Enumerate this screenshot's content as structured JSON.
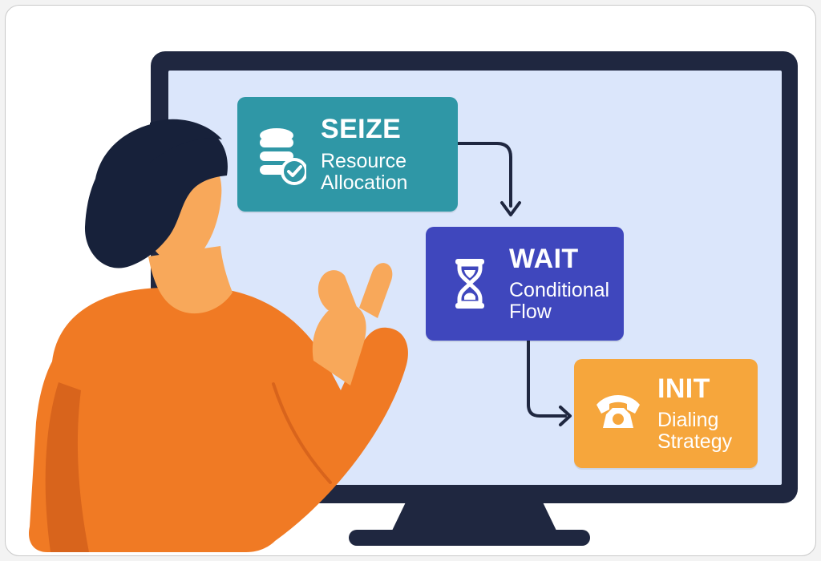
{
  "steps": [
    {
      "title": "SEIZE",
      "subtitle": "Resource\nAllocation",
      "icon": "database-check-icon",
      "color": "#2f97a6"
    },
    {
      "title": "WAIT",
      "subtitle": "Conditional\nFlow",
      "icon": "hourglass-icon",
      "color": "#3f47bd"
    },
    {
      "title": "INIT",
      "subtitle": "Dialing\nStrategy",
      "icon": "phone-icon",
      "color": "#f6a63c"
    }
  ],
  "colors": {
    "monitor": "#1f2740",
    "screen": "#dbe6fb",
    "arrow": "#1f2740",
    "shirt": "#f07a24",
    "skin": "#f8a85a",
    "hair": "#17213a"
  }
}
